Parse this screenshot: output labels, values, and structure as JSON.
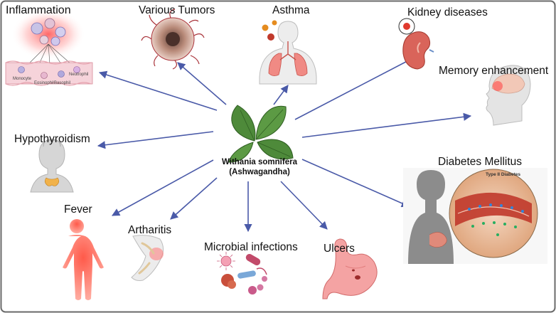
{
  "center": {
    "name_line1": "Withania somnifera",
    "name_line2": "(Ashwagandha)"
  },
  "conditions": {
    "inflammation": "Inflammation",
    "tumors": "Various Tumors",
    "asthma": "Asthma",
    "kidney": "Kidney diseases",
    "memory": "Memory enhancement",
    "hypothyroidism": "Hypothyroidism",
    "diabetes": "Diabetes Mellitus",
    "fever": "Fever",
    "arthritis": "Artharitis",
    "microbial": "Microbial infections",
    "ulcers": "Ulcers"
  },
  "inflammation_cells": {
    "monocyte": "Monocyte",
    "eosinophil": "Eosinophil",
    "basophil": "Basophil",
    "neutrophil": "Neutrophil"
  },
  "diabetes_inset": {
    "title": "Type II Diabetes"
  },
  "colors": {
    "arrow": "#4a5aa8",
    "leaf": "#4e8a3a",
    "skin_gray": "#c9c9c9",
    "fever_red": "#ff6b5e"
  }
}
